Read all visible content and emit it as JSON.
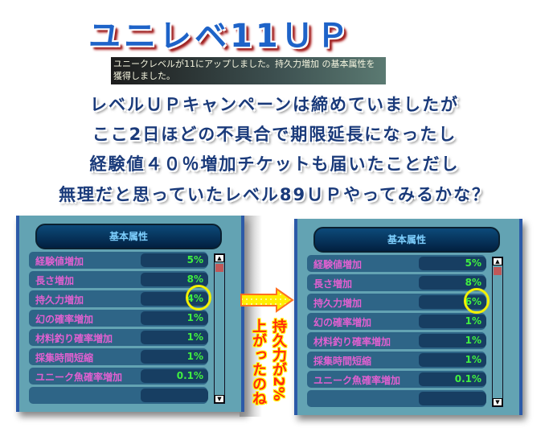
{
  "title": "ユニレベ11ＵＰ",
  "system_message": "ユニークレベルが11にアップしました。持久力増加 の基本属性を獲得しました。",
  "lines": [
    "レベルＵＰキャンペーンは締めていましたが",
    "ここ2日ほどの不具合で期限延長になったし",
    "経験値４０％増加チケットも届いたことだし",
    "無理だと思っていたレベル89ＵＰやってみるかな？"
  ],
  "before": {
    "header": "基本属性",
    "rows": [
      {
        "label": "経験値増加",
        "value": "5%"
      },
      {
        "label": "長さ増加",
        "value": "8%"
      },
      {
        "label": "持久力増加",
        "value": "4%"
      },
      {
        "label": "幻の確率増加",
        "value": "1%"
      },
      {
        "label": "材料釣り確率増加",
        "value": "1%"
      },
      {
        "label": "採集時間短縮",
        "value": "1%"
      },
      {
        "label": "ユニーク魚確率増加",
        "value": "0.1%"
      },
      {
        "label": "",
        "value": ""
      }
    ]
  },
  "after": {
    "header": "基本属性",
    "rows": [
      {
        "label": "経験値増加",
        "value": "5%"
      },
      {
        "label": "長さ増加",
        "value": "8%"
      },
      {
        "label": "持久力増加",
        "value": "6%"
      },
      {
        "label": "幻の確率増加",
        "value": "1%"
      },
      {
        "label": "材料釣り確率増加",
        "value": "1%"
      },
      {
        "label": "採集時間短縮",
        "value": "1%"
      },
      {
        "label": "ユニーク魚確率増加",
        "value": "0.1%"
      },
      {
        "label": "",
        "value": ""
      }
    ]
  },
  "annotation": {
    "col1": "持久力が2%",
    "col2": "上がったのね"
  }
}
